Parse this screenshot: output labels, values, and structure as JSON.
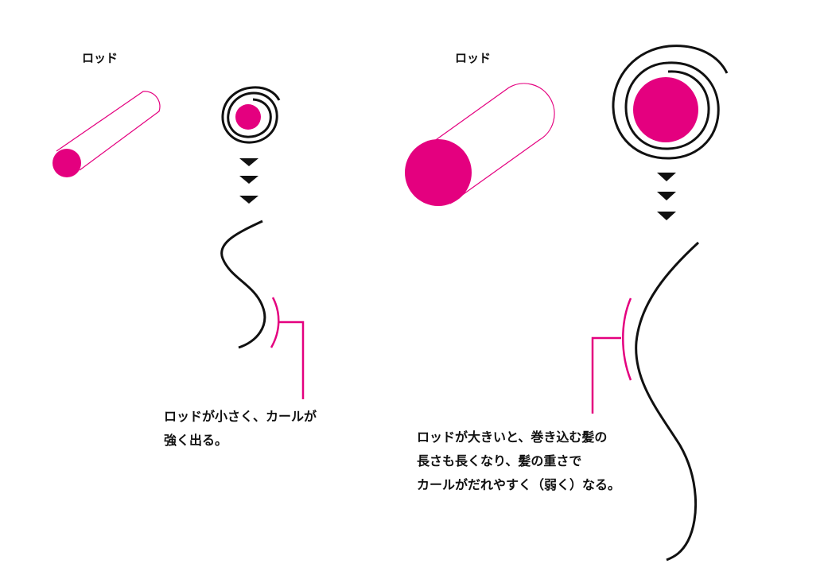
{
  "colors": {
    "accent": "#e4007f",
    "ink": "#111111",
    "background": "#ffffff"
  },
  "left": {
    "rod_label": "ロッド",
    "caption_lines": [
      "ロッドが小さく、カールが",
      "強く出る。"
    ]
  },
  "right": {
    "rod_label": "ロッド",
    "caption_lines": [
      "ロッドが大きいと、巻き込む髪の",
      "長さも長くなり、髪の重さで",
      "カールがだれやすく（弱く）なる。"
    ]
  }
}
